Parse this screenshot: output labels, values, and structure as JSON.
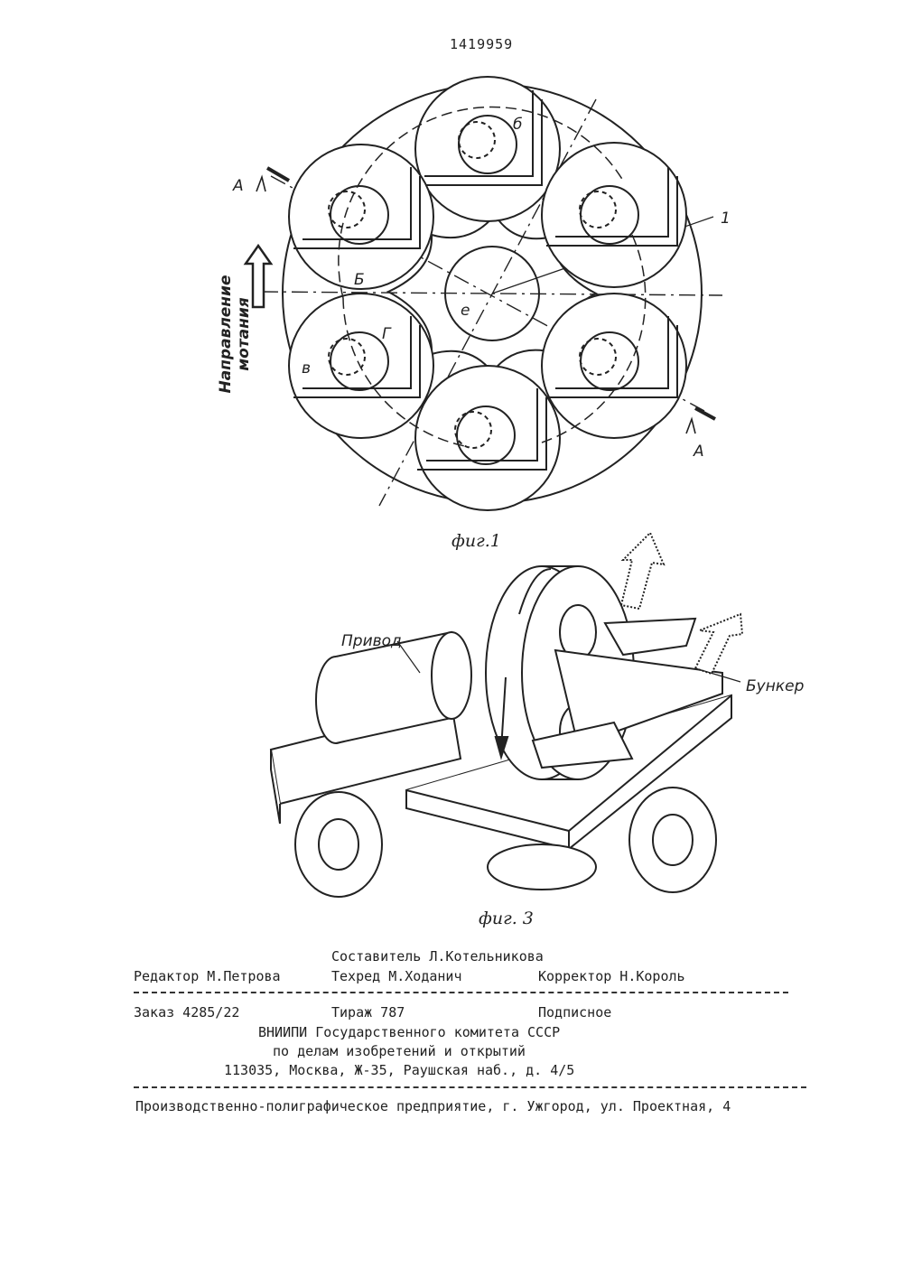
{
  "header": {
    "patent_number": "1419959"
  },
  "figure1": {
    "caption": "фиг.1",
    "side_label": "Направление мотания",
    "labels": {
      "section_a_top": "А",
      "section_a_bottom": "А",
      "ref_1": "1",
      "ref_b_small": "б",
      "ref_B_capital": "Б",
      "ref_v": "в",
      "ref_g": "Г",
      "ref_e": "е"
    }
  },
  "figure3": {
    "caption": "фиг. 3",
    "label_drive": "Привод",
    "label_hopper": "Бункер"
  },
  "imprint": {
    "compiler": "Составитель Л.Котельникова",
    "editor": "Редактор М.Петрова",
    "techred": "Техред М.Ходанич",
    "corrector": "Корректор Н.Король",
    "order": "Заказ 4285/22",
    "circulation": "Тираж 787",
    "subscription": "Подписное",
    "org_line1": "ВНИИПИ Государственного комитета СССР",
    "org_line2": "по делам изобретений и открытий",
    "org_address": "113035, Москва, Ж-35, Раушская наб., д. 4/5",
    "printer": "Производственно-полиграфическое предприятие, г. Ужгород, ул. Проектная, 4"
  }
}
